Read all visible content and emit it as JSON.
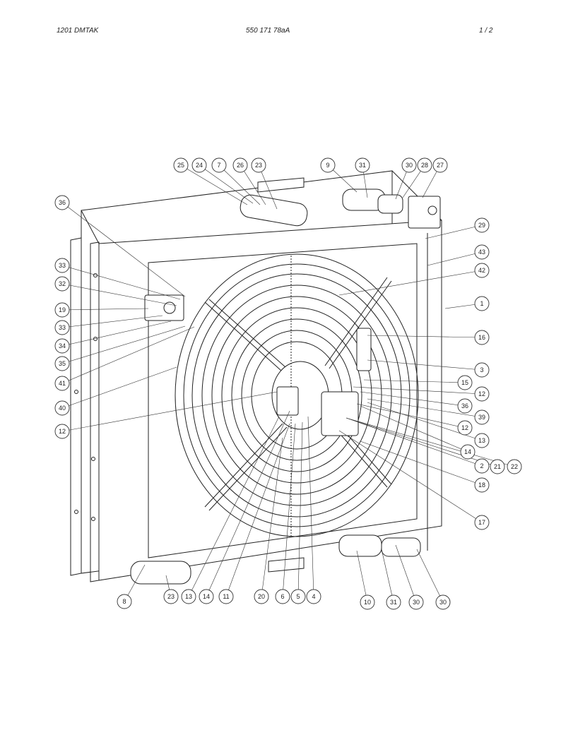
{
  "header": {
    "left": "1201 DMTAK",
    "center": "550 171 78aA",
    "page": "1 /  2"
  },
  "balloons": [
    "25",
    "24",
    "7",
    "26",
    "23",
    "9",
    "31",
    "30",
    "28",
    "27",
    "36",
    "29",
    "43",
    "42",
    "33",
    "32",
    "1",
    "19",
    "33",
    "34",
    "16",
    "35",
    "3",
    "41",
    "15",
    "12",
    "40",
    "36",
    "39",
    "12",
    "12",
    "13",
    "14",
    "2",
    "21",
    "22",
    "18",
    "17",
    "8",
    "23",
    "13",
    "14",
    "11",
    "20",
    "6",
    "5",
    "4",
    "10",
    "31",
    "30",
    "30"
  ]
}
